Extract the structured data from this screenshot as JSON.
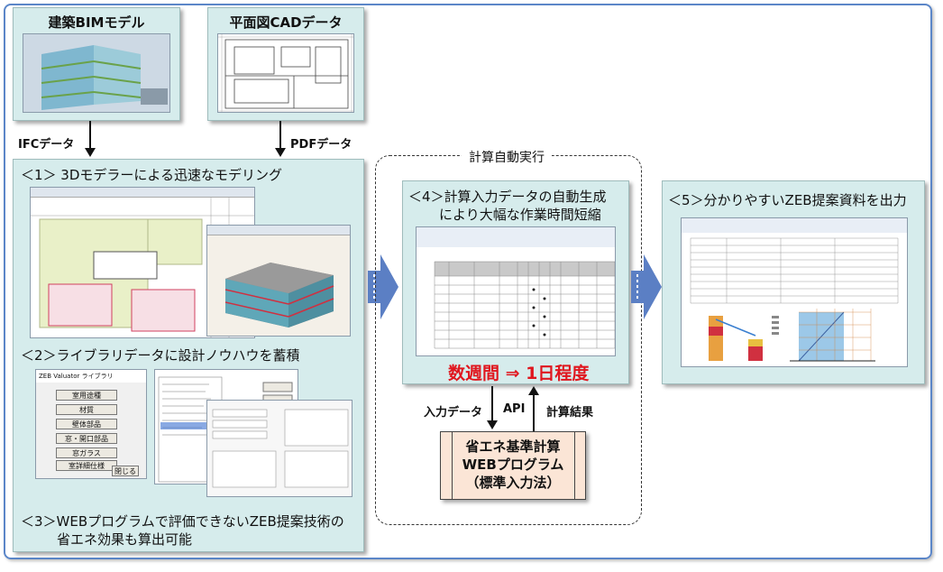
{
  "top_left": {
    "title": "建築BIMモデル",
    "arrow_label": "IFCデータ"
  },
  "top_right": {
    "title": "平面図CADデータ",
    "arrow_label": "PDFデータ"
  },
  "left_panel": {
    "step1": "＜1＞ 3Dモデラーによる迅速なモデリング",
    "step2": "＜2＞ライブラリデータに設計ノウハウを蓄積",
    "step3_line1": "＜3＞WEBプログラムで評価できないZEB提案技術の",
    "step3_line2": "省エネ効果も算出可能",
    "library_window_title": "ZEB Valuator ライブラリ",
    "library_buttons": [
      "室用途種",
      "材質",
      "壁体部品",
      "窓・開口部品",
      "窓ガラス",
      "室詳細仕様"
    ],
    "library_close": "閉じる"
  },
  "auto_exec": {
    "label": "計算自動実行",
    "step4_line1": "＜4＞計算入力データの自動生成",
    "step4_line2": "により大幅な作業時間短縮",
    "result_text": "数週間 ⇒ 1日程度",
    "input_label": "入力データ",
    "api_label": "API",
    "output_label": "計算結果",
    "calc_line1": "省エネ基準計算",
    "calc_line2": "WEBプログラム",
    "calc_line3": "（標準入力法）"
  },
  "right_panel": {
    "step5": "＜5＞分かりやすいZEB提案資料を出力"
  },
  "colors": {
    "panel": "#d6ecec",
    "frame": "#5b86c8",
    "arrow": "#5b7fc4",
    "red": "#e0161e",
    "calc_box": "#fbe5d6"
  }
}
